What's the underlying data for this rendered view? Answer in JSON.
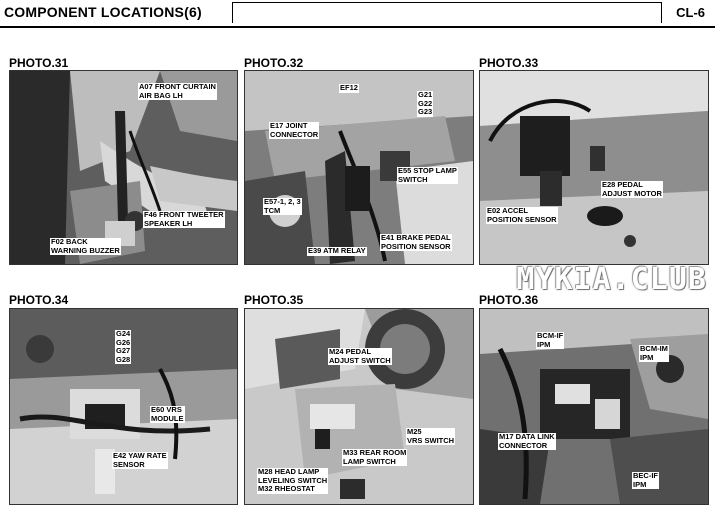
{
  "header": {
    "title": "COMPONENT LOCATIONS(6)",
    "page_code": "CL-6"
  },
  "watermark": "MYKIA.CLUB",
  "photos": [
    {
      "label": "PHOTO.31",
      "callouts": [
        "A07 FRONT CURTAIN\nAIR BAG LH",
        "F46 FRONT TWEETER\nSPEAKER LH",
        "F02 BACK\nWARNING BUZZER"
      ]
    },
    {
      "label": "PHOTO.32",
      "callouts": [
        "EF12",
        "G21\nG22\nG23",
        "E17 JOINT\nCONNECTOR",
        "E55 STOP LAMP\nSWITCH",
        "E57-1, 2, 3\nTCM",
        "E41 BRAKE PEDAL\nPOSITION SENSOR",
        "E39 ATM RELAY"
      ]
    },
    {
      "label": "PHOTO.33",
      "callouts": [
        "E28 PEDAL\nADJUST MOTOR",
        "E02 ACCEL\nPOSITION SENSOR"
      ]
    },
    {
      "label": "PHOTO.34",
      "callouts": [
        "G24\nG26\nG27\nG28",
        "E60 VRS\nMODULE",
        "E42 YAW RATE\nSENSOR"
      ]
    },
    {
      "label": "PHOTO.35",
      "callouts": [
        "M24 PEDAL\nADJUST SWITCH",
        "M25\nVRS SWITCH",
        "M33 REAR ROOM\nLAMP SWITCH",
        "M28 HEAD LAMP\nLEVELING SWITCH\nM32 RHEOSTAT"
      ]
    },
    {
      "label": "PHOTO.36",
      "callouts": [
        "BCM-IF\nIPM",
        "BCM-IM\nIPM",
        "M17 DATA LINK\nCONNECTOR",
        "BEC-IF\nIPM"
      ]
    }
  ]
}
